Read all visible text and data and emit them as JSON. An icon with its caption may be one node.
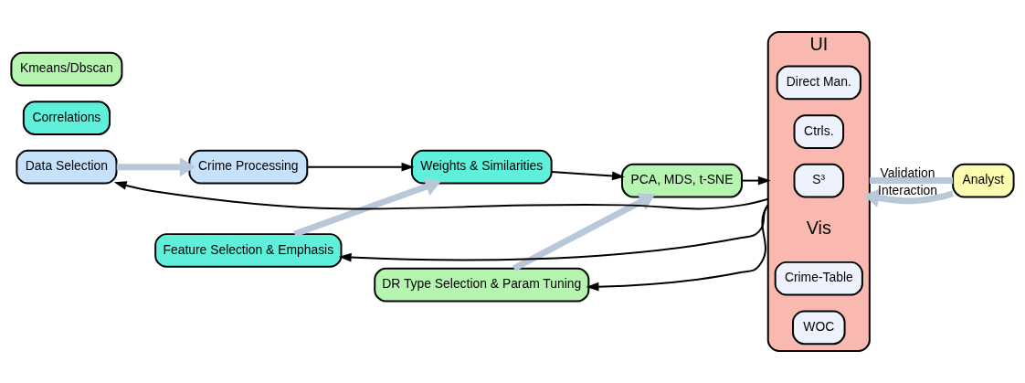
{
  "diagram": {
    "nodes": [
      {
        "text": [
          "Data Selection"
        ]
      },
      {
        "text": [
          "Feature Selection & Emphasis"
        ]
      },
      {
        "text": [
          "DR Type Selection & Param Tuning"
        ]
      },
      {
        "text": [
          "UI",
          "Vis"
        ]
      },
      {
        "text": [
          "Direct Man."
        ],
        "in": 3
      },
      {
        "text": [
          "Ctrls."
        ],
        "in": 3
      },
      {
        "text": [
          "S³"
        ],
        "in": 3
      },
      {
        "text": [
          "Crime-Table"
        ],
        "in": 3
      },
      {
        "text": [
          "WOC"
        ],
        "in": 3
      },
      {
        "text": [
          "Analyst"
        ]
      },
      {
        "text": [
          "Crime Processing"
        ]
      },
      {
        "text": [
          "Weights & Similarities"
        ]
      },
      {
        "text": [
          "PCA, MDS, t-SNE"
        ]
      },
      {
        "text": [
          "Correlations"
        ]
      },
      {
        "text": [
          "Kmeans/Dbscan"
        ]
      }
    ],
    "edges": [
      {
        "from": 3,
        "to": 0,
        "arrow": "to"
      },
      {
        "from": 3,
        "to": 1,
        "arrow": "to"
      },
      {
        "from": 3,
        "to": 2,
        "arrow": "to"
      },
      {
        "from": 0,
        "to": 10,
        "arrow": "to",
        "style": "thick",
        "color": "#b8c8d8"
      },
      {
        "from": 1,
        "to": 11,
        "arrow": "to",
        "style": "thick",
        "color": "#b8c8d8"
      },
      {
        "from": 2,
        "to": 12,
        "arrow": "to",
        "style": "thick",
        "color": "#b8c8d8"
      },
      {
        "from": 10,
        "to": 11,
        "arrow": "to"
      },
      {
        "from": 11,
        "to": 12,
        "arrow": "to"
      },
      {
        "from": 12,
        "to": 3,
        "arrow": "to"
      },
      {
        "from": 3,
        "to": 9,
        "arrow": "none",
        "label": "Validation",
        "style": "thick",
        "color": "#b8c8d8"
      },
      {
        "from": 9,
        "to": 3,
        "arrow": "to",
        "label": "Interaction",
        "style": "thick",
        "color": "#b8c8d8"
      }
    ]
  }
}
